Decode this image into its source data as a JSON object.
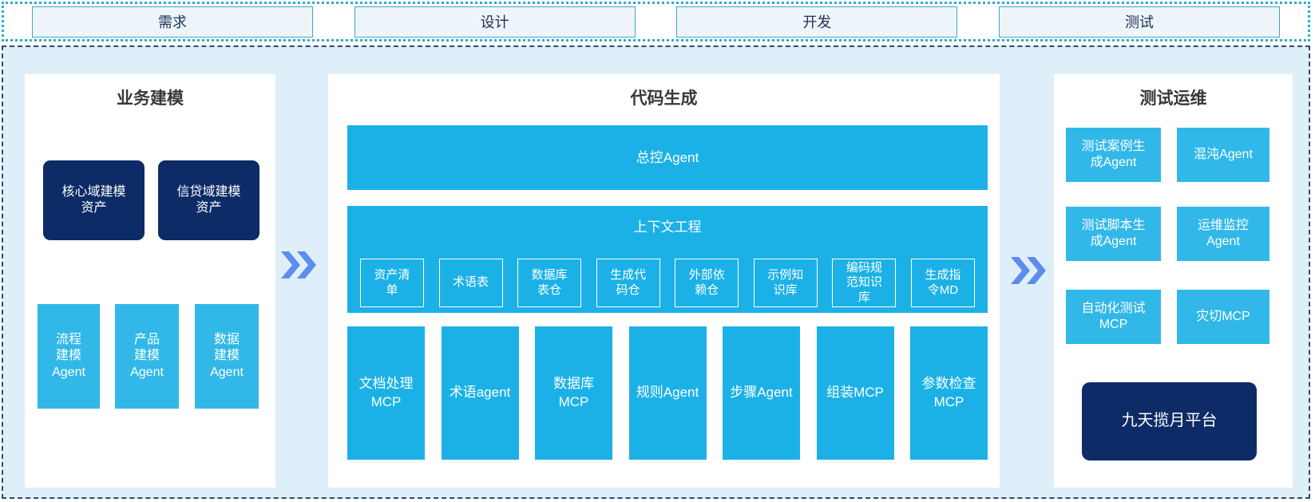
{
  "top_steps": [
    "需求",
    "设计",
    "开发",
    "测试"
  ],
  "business": {
    "title": "业务建模",
    "assets": [
      "核心域建模\n资产",
      "信贷域建模\n资产"
    ],
    "agents": [
      "流程\n建模\nAgent",
      "产品\n建模\nAgent",
      "数据\n建模\nAgent"
    ]
  },
  "codegen": {
    "title": "代码生成",
    "master_agent": "总控Agent",
    "context": {
      "title": "上下文工程",
      "items": [
        "资产清\n单",
        "术语表",
        "数据库\n表仓",
        "生成代\n码仓",
        "外部依\n赖仓",
        "示例知\n识库",
        "编码规\n范知识\n库",
        "生成指\n令MD"
      ]
    },
    "executors": [
      "文档处理\nMCP",
      "术语agent",
      "数据库\nMCP",
      "规则Agent",
      "步骤Agent",
      "组装MCP",
      "参数检查\nMCP"
    ]
  },
  "testops": {
    "title": "测试运维",
    "boxes": [
      "测试案例生\n成Agent",
      "混沌Agent",
      "测试脚本生\n成Agent",
      "运维监控\nAgent",
      "自动化测试\nMCP",
      "灾切MCP"
    ],
    "platform": "九天揽月平台"
  },
  "colors": {
    "cyan": "#1bb1e7",
    "cyan_light": "#31b8e9",
    "navy": "#0d2b66",
    "chevron": "#5d8cee",
    "canvas_bg": "#dfeffa",
    "panel_bg": "#ffffff",
    "step_bg": "#eef5fa",
    "step_border": "#3fa6c9",
    "dotted_border": "#2fa9d2",
    "dashed_border": "#2c4c72"
  }
}
